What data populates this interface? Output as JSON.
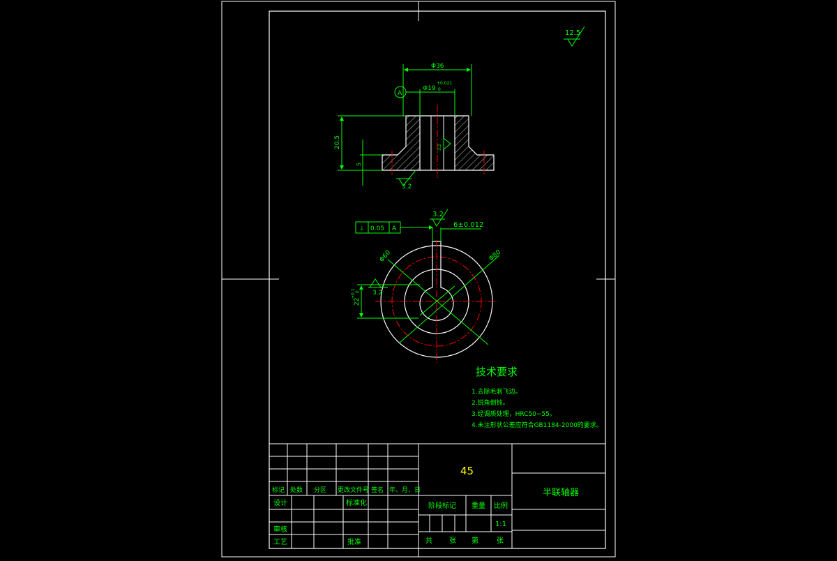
{
  "colors": {
    "background": "#000000",
    "frame": "#ffffff",
    "outline": "#ffffff",
    "dimension": "#00ff00",
    "centerline": "#ff0000",
    "hatch": "#ffffff",
    "text_primary": "#00ff00",
    "text_material": "#ffff00"
  },
  "drawing": {
    "roughness_global": "12.5",
    "top_view": {
      "dim_outer": "Φ36",
      "dim_bore": "Φ19",
      "dim_bore_tol_upper": "+0.021",
      "dim_bore_tol_lower": "0",
      "datum_label": "A",
      "dim_height": "20.5",
      "dim_flange": "5",
      "roughness_bottom": "3.2",
      "roughness_inner": "3.2"
    },
    "bottom_view": {
      "roughness_keyway": "3.2",
      "dim_keyway": "6±0.012",
      "tolerance_frame": [
        "⊥",
        "0.05",
        "A"
      ],
      "dim_d1": "Φ60",
      "dim_d2": "Φ80",
      "dim_depth": "22",
      "dim_depth_tol": "+0.1",
      "dim_depth_tol_lower": "0",
      "roughness_left": "3.2"
    },
    "tech_requirements": {
      "title": "技术要求",
      "items": [
        "1.去除毛刺飞边。",
        "2.锐角倒钝。",
        "3.经调质处理，HRC50~55。",
        "4.未注形状公差应符合GB1184-2000的要求。"
      ]
    }
  },
  "title_block": {
    "material": "45",
    "part_name": "半联轴器",
    "row_labels": [
      "标记",
      "处数",
      "分区",
      "更改文件号",
      "签名",
      "年、月、日"
    ],
    "design": "设计",
    "standardization": "标准化",
    "review": "审核",
    "process": "工艺",
    "approval": "批准",
    "stage_mark": "阶段标记",
    "weight": "重量",
    "scale_label": "比例",
    "scale_value": "1:1",
    "total_label": "共",
    "sheets_label": "张",
    "page_label": "第",
    "sheet_label2": "张"
  }
}
